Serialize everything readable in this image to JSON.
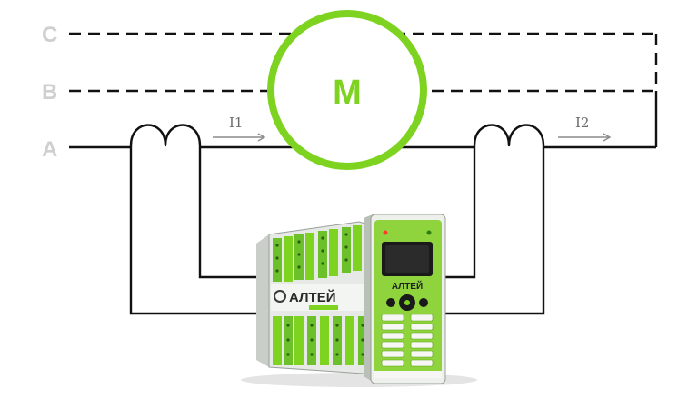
{
  "phases": {
    "c": "C",
    "b": "B",
    "a": "A"
  },
  "motor": {
    "label": "M"
  },
  "currents": {
    "i1": "I1",
    "i2": "I2"
  },
  "device": {
    "brand": "АЛТЕЙ",
    "panel_brand": "АЛТЕЙ"
  },
  "colors": {
    "accent": "#7ed321",
    "accent_dark": "#5aa012",
    "wire": "#111111",
    "phase_label": "#cfcfcf",
    "current_label": "#6b6b6b",
    "arrow": "#8c8c8c",
    "device_body": "#e9ece9",
    "device_dark": "#1a1a1a"
  }
}
